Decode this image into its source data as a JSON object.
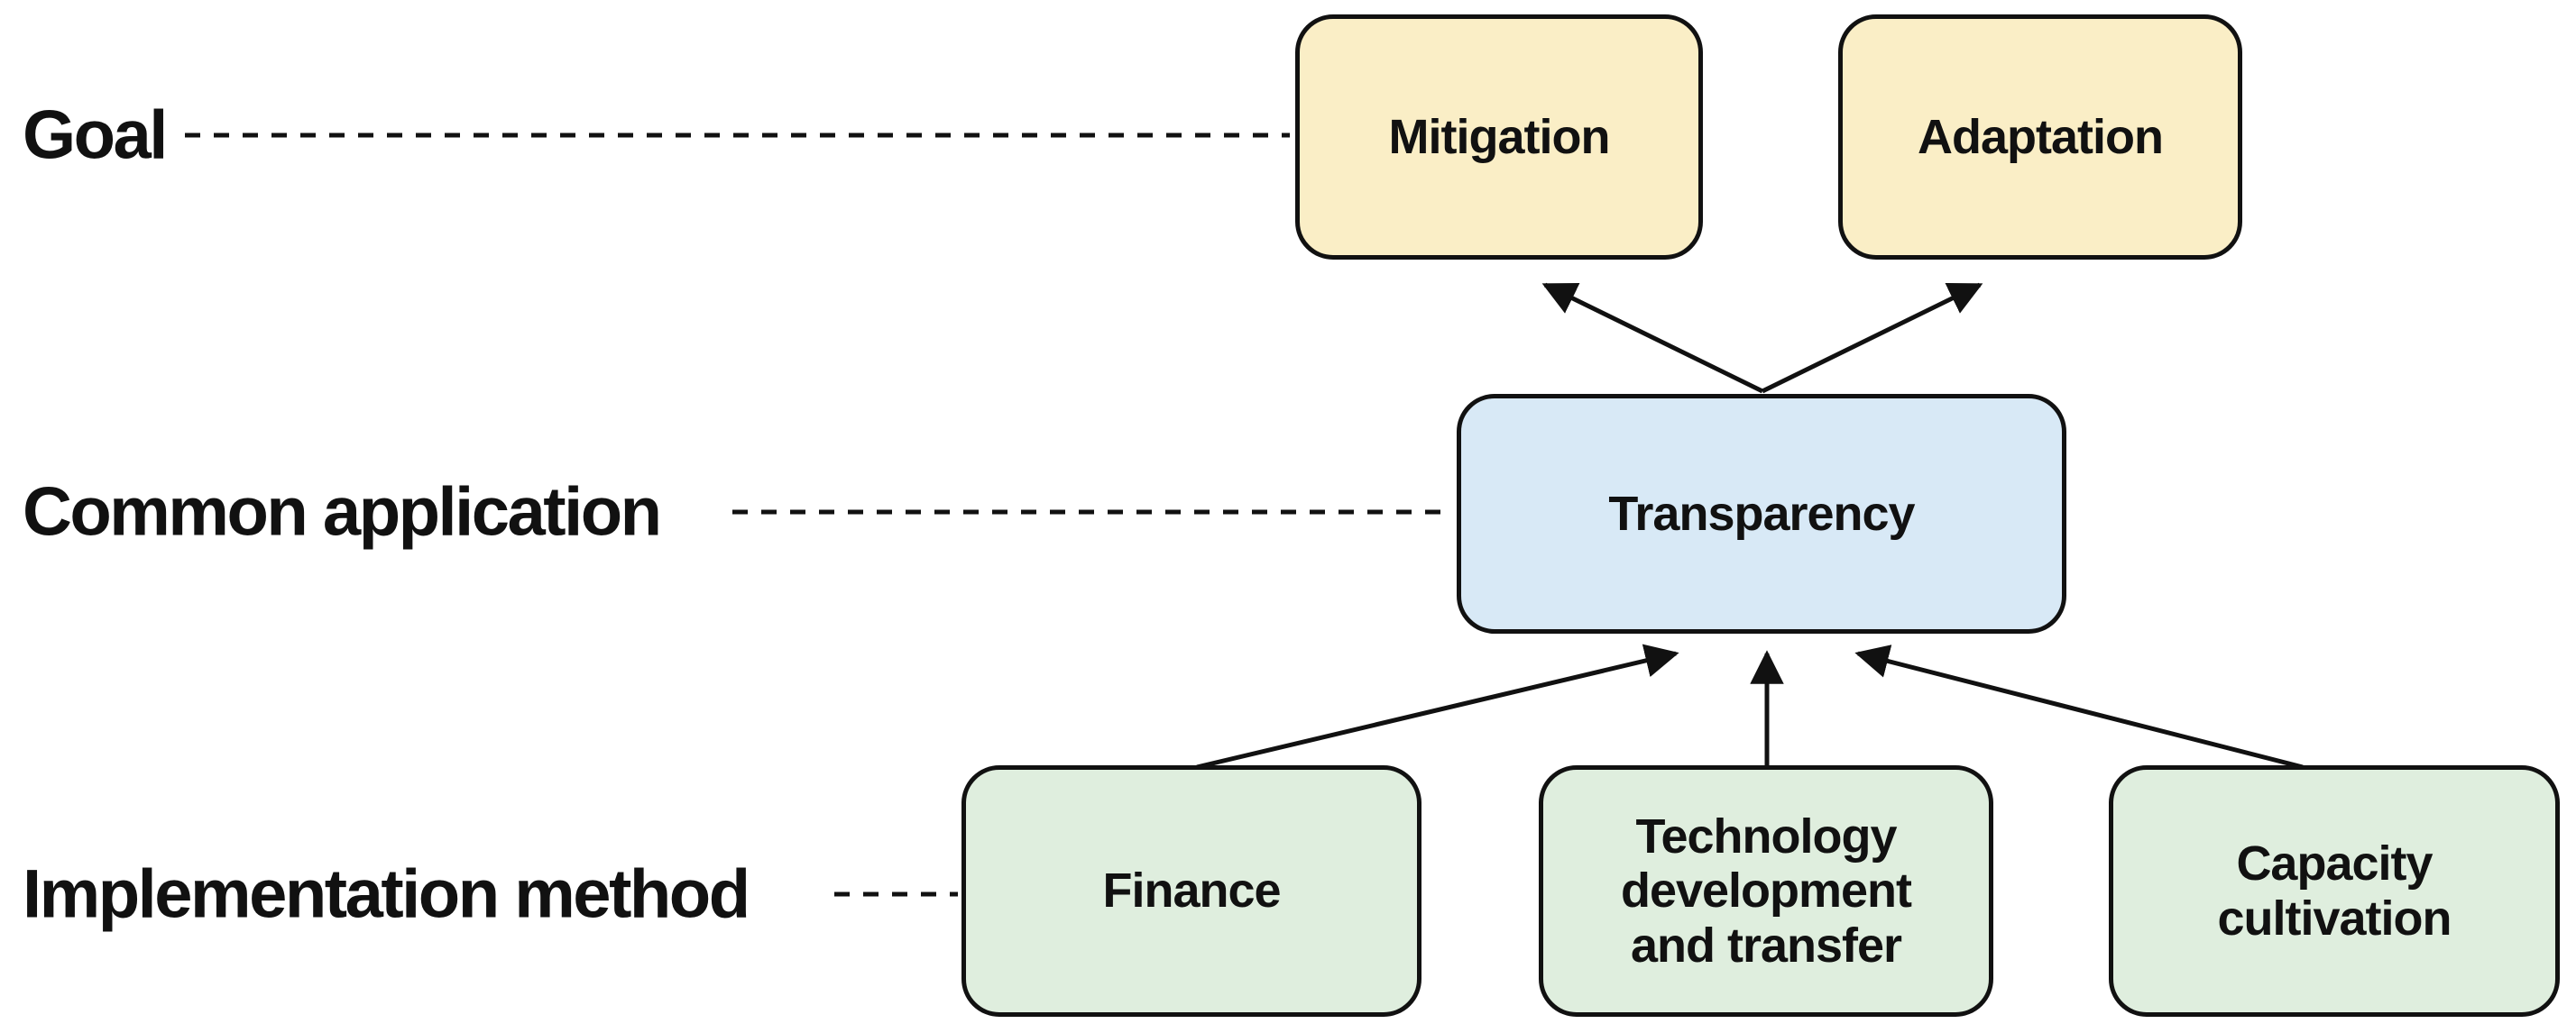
{
  "figure": {
    "background": "#ffffff",
    "rows": [
      {
        "id": "goal",
        "label": "Goal"
      },
      {
        "id": "common-application",
        "label": "Common application"
      },
      {
        "id": "implementation-method",
        "label": "Implementation method"
      }
    ],
    "nodes": [
      {
        "id": "mitigation",
        "label": "Mitigation",
        "row": "Goal",
        "fill": "#faeec6"
      },
      {
        "id": "adaptation",
        "label": "Adaptation",
        "row": "Goal",
        "fill": "#faeec6"
      },
      {
        "id": "transparency",
        "label": "Transparency",
        "row": "Common application",
        "fill": "#d8e9f6"
      },
      {
        "id": "finance",
        "label": "Finance",
        "row": "Implementation method",
        "fill": "#dfeede"
      },
      {
        "id": "technology",
        "label": "Technology development and transfer",
        "row": "Implementation method",
        "fill": "#dfeede"
      },
      {
        "id": "capacity",
        "label": "Capacity cultivation",
        "row": "Implementation method",
        "fill": "#dfeede"
      }
    ],
    "edges": [
      {
        "from": "transparency",
        "to": "mitigation",
        "style": "arrow"
      },
      {
        "from": "transparency",
        "to": "adaptation",
        "style": "arrow"
      },
      {
        "from": "finance",
        "to": "transparency",
        "style": "arrow"
      },
      {
        "from": "technology",
        "to": "transparency",
        "style": "arrow"
      },
      {
        "from": "capacity",
        "to": "transparency",
        "style": "arrow"
      },
      {
        "from": "goal-label",
        "to": "mitigation",
        "style": "dashed"
      },
      {
        "from": "common-application-label",
        "to": "transparency",
        "style": "dashed"
      },
      {
        "from": "implementation-method-label",
        "to": "finance",
        "style": "dashed"
      }
    ],
    "colors": {
      "line": "#111111",
      "text": "#111111",
      "node_border": "#111111"
    }
  }
}
